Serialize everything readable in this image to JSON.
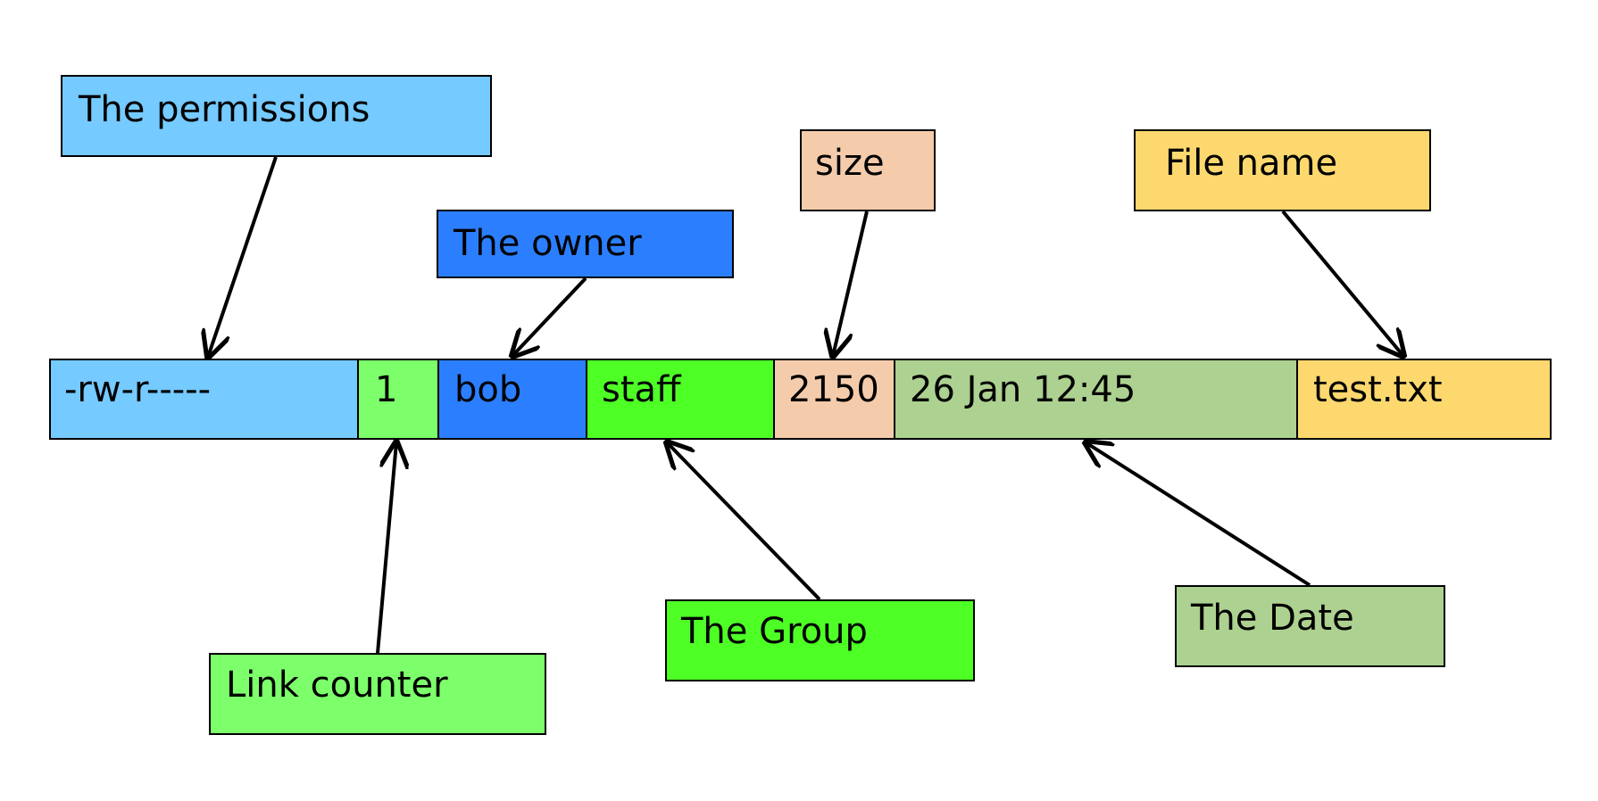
{
  "colors": {
    "permissions": "#75CAFF",
    "links": "#7CFF6B",
    "owner": "#2B7FFF",
    "group": "#4EFF26",
    "size": "#F4CCAC",
    "date": "#ADD190",
    "filename": "#FCD86E"
  },
  "row": {
    "segments": [
      {
        "key": "permissions",
        "text": "-rw-r-----"
      },
      {
        "key": "links",
        "text": "1"
      },
      {
        "key": "owner",
        "text": "bob"
      },
      {
        "key": "group",
        "text": "staff"
      },
      {
        "key": "size",
        "text": "2150"
      },
      {
        "key": "date",
        "text": "26 Jan 12:45"
      },
      {
        "key": "filename",
        "text": "test.txt"
      }
    ]
  },
  "labels": {
    "permissions": "The permissions",
    "owner": "The owner",
    "size": "size",
    "filename": "File name",
    "links": "Link counter",
    "group": "The Group",
    "date": "The Date"
  }
}
